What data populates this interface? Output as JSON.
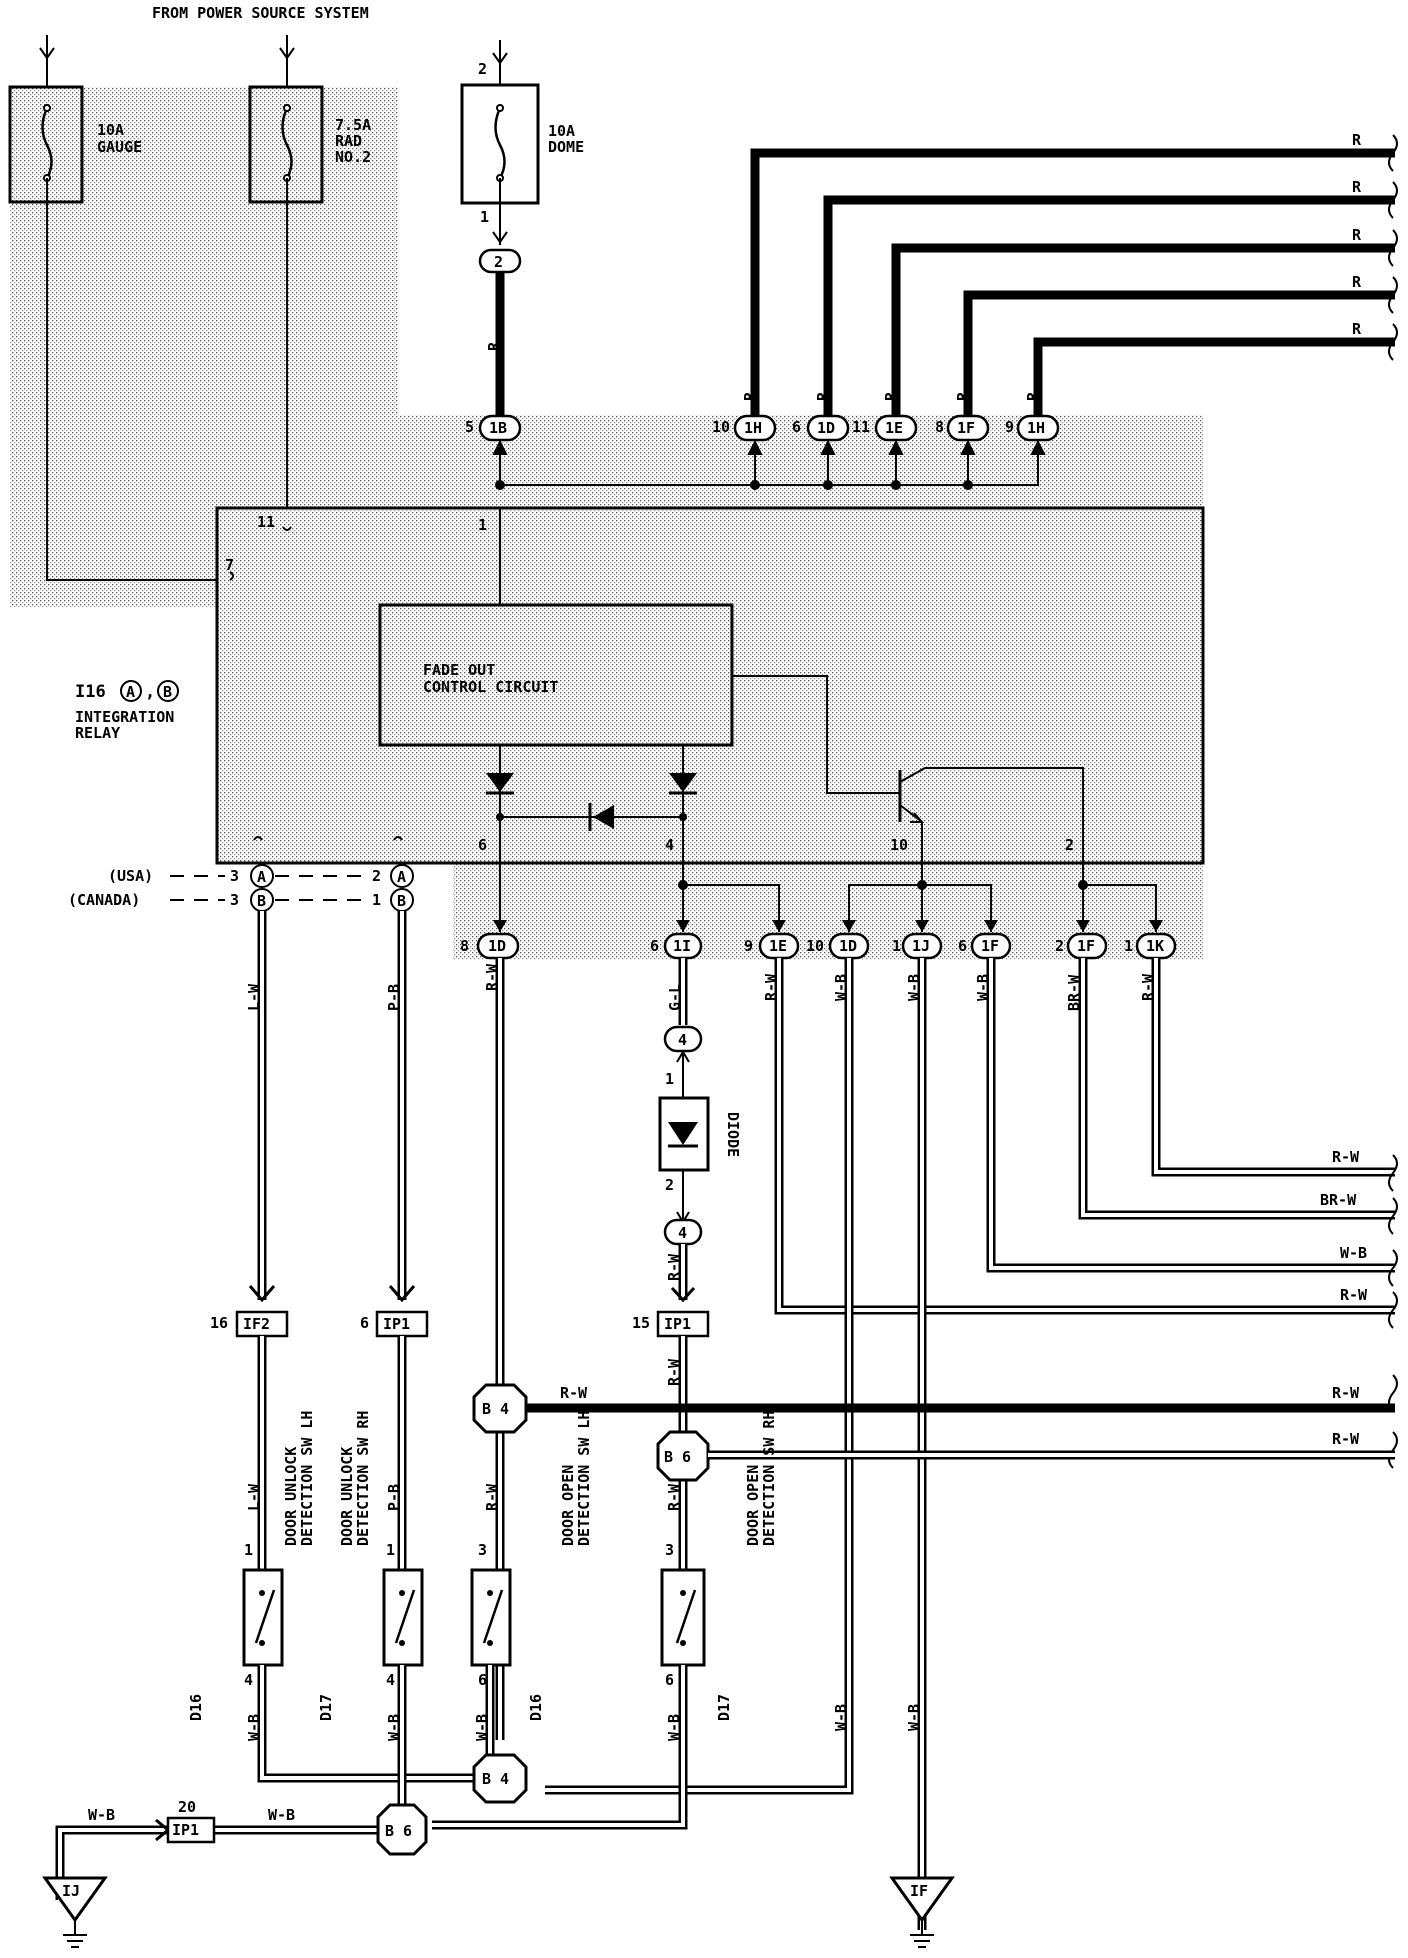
{
  "header": {
    "title": "FROM POWER SOURCE SYSTEM"
  },
  "fuses": [
    {
      "line1": "10A",
      "line2": "GAUGE",
      "line3": ""
    },
    {
      "line1": "7.5A",
      "line2": "RAD",
      "line3": "NO.2"
    },
    {
      "line1": "10A",
      "line2": "DOME",
      "line3": "",
      "pin_in": "2",
      "pin_out": "1"
    }
  ],
  "relay": {
    "id_prefix": "I16",
    "connector_a": "A",
    "connector_b": "B",
    "name_line1": "INTEGRATION",
    "name_line2": "RELAY",
    "circuit_line1": "FADE OUT",
    "circuit_line2": "CONTROL CIRCUIT",
    "pins": {
      "p11": "11",
      "p7": "7",
      "p1": "1",
      "p6": "6",
      "p4": "4",
      "p10": "10",
      "p2": "2"
    }
  },
  "variants": [
    {
      "label": "(USA)",
      "pin_left": "3",
      "conn_left": "A",
      "pin_right": "2",
      "conn_right": "A"
    },
    {
      "label": "(CANADA)",
      "pin_left": "3",
      "conn_left": "B",
      "pin_right": "1",
      "conn_right": "B"
    }
  ],
  "top_connectors": [
    {
      "id": "2",
      "pin": "",
      "wire": "R"
    },
    {
      "id": "1B",
      "pin": "5",
      "wire": ""
    },
    {
      "id": "1H",
      "pin": "10",
      "wire": "R"
    },
    {
      "id": "1D",
      "pin": "6",
      "wire": "R"
    },
    {
      "id": "1E",
      "pin": "11",
      "wire": "R"
    },
    {
      "id": "1F",
      "pin": "8",
      "wire": "R"
    },
    {
      "id": "1H",
      "pin": "9",
      "wire": "R"
    }
  ],
  "right_top_wires": [
    "R",
    "R",
    "R",
    "R",
    "R"
  ],
  "bottom_connectors": [
    {
      "id": "1D",
      "pin": "8",
      "wire": "R-W"
    },
    {
      "id": "1I",
      "pin": "6",
      "wire": "G-L"
    },
    {
      "id": "1E",
      "pin": "9",
      "wire": "R-W"
    },
    {
      "id": "1D",
      "pin": "10",
      "wire": "W-B"
    },
    {
      "id": "1J",
      "pin": "1",
      "wire": "W-B"
    },
    {
      "id": "1F",
      "pin": "6",
      "wire": "W-B"
    },
    {
      "id": "1F",
      "pin": "2",
      "wire": "BR-W"
    },
    {
      "id": "1K",
      "pin": "1",
      "wire": "R-W"
    }
  ],
  "left_wires": [
    "L-W",
    "P-B"
  ],
  "diode": {
    "label": "DIODE",
    "conn": "4",
    "pin_top": "1",
    "pin_bottom": "2",
    "wire_below": "R-W"
  },
  "right_mid_wires": [
    "R-W",
    "BR-W",
    "W-B",
    "R-W"
  ],
  "junction_connectors": [
    {
      "id": "IF2",
      "pin": "16"
    },
    {
      "id": "IP1",
      "pin": "6"
    },
    {
      "id": "IP1",
      "pin": "15"
    },
    {
      "id": "IP1",
      "pin": "20"
    }
  ],
  "splices": [
    {
      "id": "B 4",
      "wire": "R-W"
    },
    {
      "id": "B 6",
      "wire": ""
    }
  ],
  "right_bottom_wires": [
    "R-W",
    "R-W"
  ],
  "switches": [
    {
      "code": "D16",
      "line1": "DOOR UNLOCK",
      "line2": "DETECTION SW LH",
      "pin_top": "1",
      "pin_bottom": "4",
      "wire_top": "L-W",
      "wire_bottom": "W-B"
    },
    {
      "code": "D17",
      "line1": "DOOR UNLOCK",
      "line2": "DETECTION SW RH",
      "pin_top": "1",
      "pin_bottom": "4",
      "wire_top": "P-B",
      "wire_bottom": "W-B"
    },
    {
      "code": "D16",
      "line1": "DOOR OPEN",
      "line2": "DETECTION SW LH",
      "pin_top": "3",
      "pin_bottom": "6",
      "wire_top": "R-W",
      "wire_bottom": "W-B"
    },
    {
      "code": "D17",
      "line1": "DOOR OPEN",
      "line2": "DETECTION SW RH",
      "pin_top": "3",
      "pin_bottom": "6",
      "wire_top": "R-W",
      "wire_bottom": "W-B"
    }
  ],
  "grounds": [
    {
      "id": "IJ",
      "wire": "W-B"
    },
    {
      "id": "IF",
      "wire": "W-B"
    }
  ],
  "bottom_labels": {
    "wb1": "W-B",
    "wb2": "W-B",
    "wb3": "W-B"
  }
}
